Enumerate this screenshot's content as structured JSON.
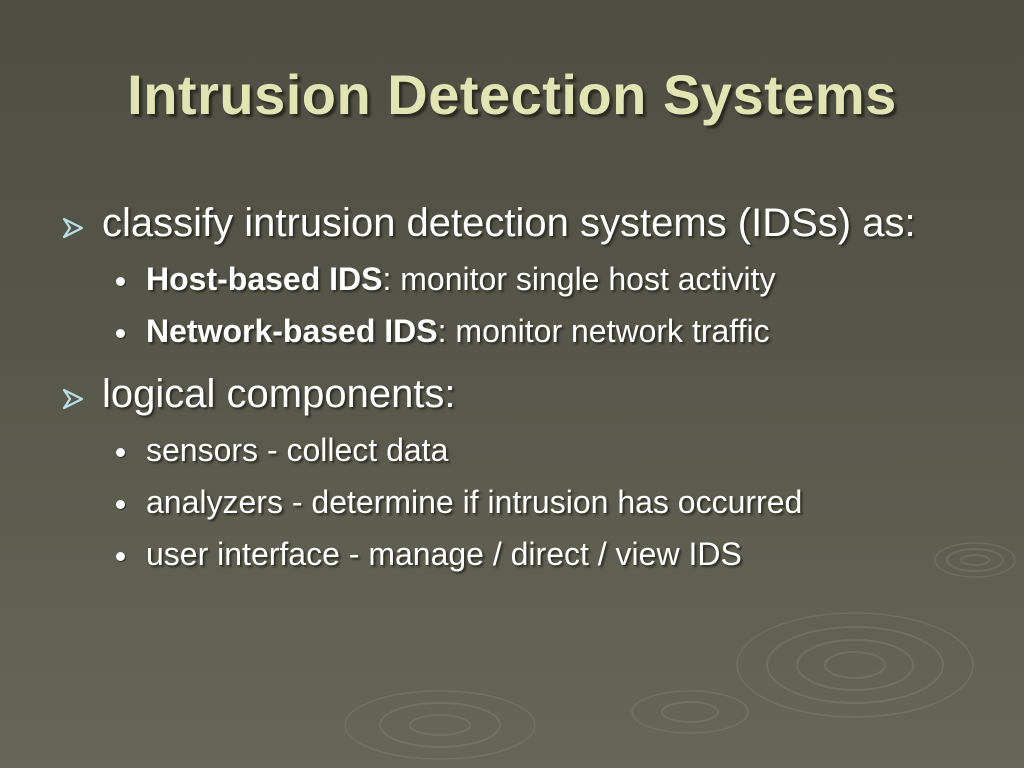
{
  "slide": {
    "title": "Intrusion Detection Systems",
    "bullets": [
      {
        "text": "classify intrusion detection systems (IDSs) as:",
        "sub": [
          {
            "term": "Host-based IDS",
            "desc": ": monitor single host activity"
          },
          {
            "term": "Network-based IDS",
            "desc": ": monitor network traffic"
          }
        ]
      },
      {
        "text": "logical components:",
        "sub": [
          {
            "term": "",
            "desc": "sensors - collect data"
          },
          {
            "term": "",
            "desc": "analyzers - determine if intrusion has occurred"
          },
          {
            "term": "",
            "desc": "user interface - manage / direct / view IDS"
          }
        ]
      }
    ]
  },
  "theme": {
    "title_color": "#e3e4b3",
    "text_color": "#ffffff",
    "arrow_color": "#b9e0e6"
  },
  "icons": {
    "level1_bullet": "arrowhead-icon",
    "level2_bullet": "dot-icon"
  }
}
